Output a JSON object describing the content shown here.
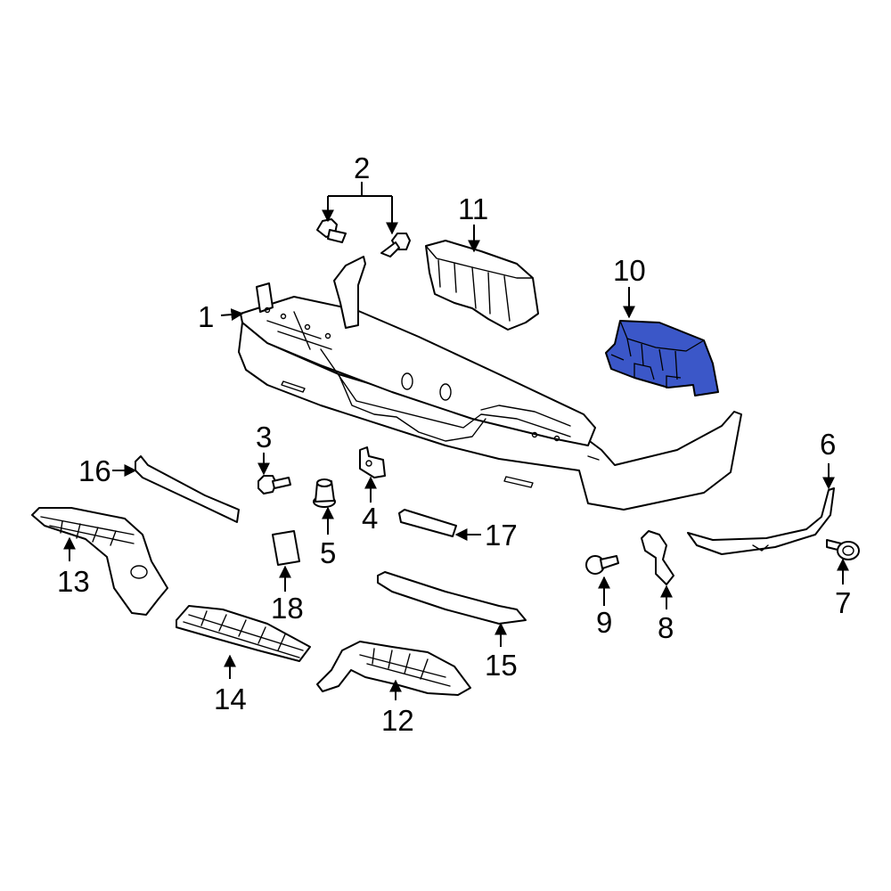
{
  "diagram": {
    "highlight_color": "#3b57c8",
    "callouts": [
      {
        "id": "c1",
        "label": "1"
      },
      {
        "id": "c2",
        "label": "2"
      },
      {
        "id": "c3",
        "label": "3"
      },
      {
        "id": "c4",
        "label": "4"
      },
      {
        "id": "c5",
        "label": "5"
      },
      {
        "id": "c6",
        "label": "6"
      },
      {
        "id": "c7",
        "label": "7"
      },
      {
        "id": "c8",
        "label": "8"
      },
      {
        "id": "c9",
        "label": "9"
      },
      {
        "id": "c10",
        "label": "10"
      },
      {
        "id": "c11",
        "label": "11"
      },
      {
        "id": "c12",
        "label": "12"
      },
      {
        "id": "c13",
        "label": "13"
      },
      {
        "id": "c14",
        "label": "14"
      },
      {
        "id": "c15",
        "label": "15"
      },
      {
        "id": "c16",
        "label": "16"
      },
      {
        "id": "c17",
        "label": "17"
      },
      {
        "id": "c18",
        "label": "18"
      }
    ]
  }
}
